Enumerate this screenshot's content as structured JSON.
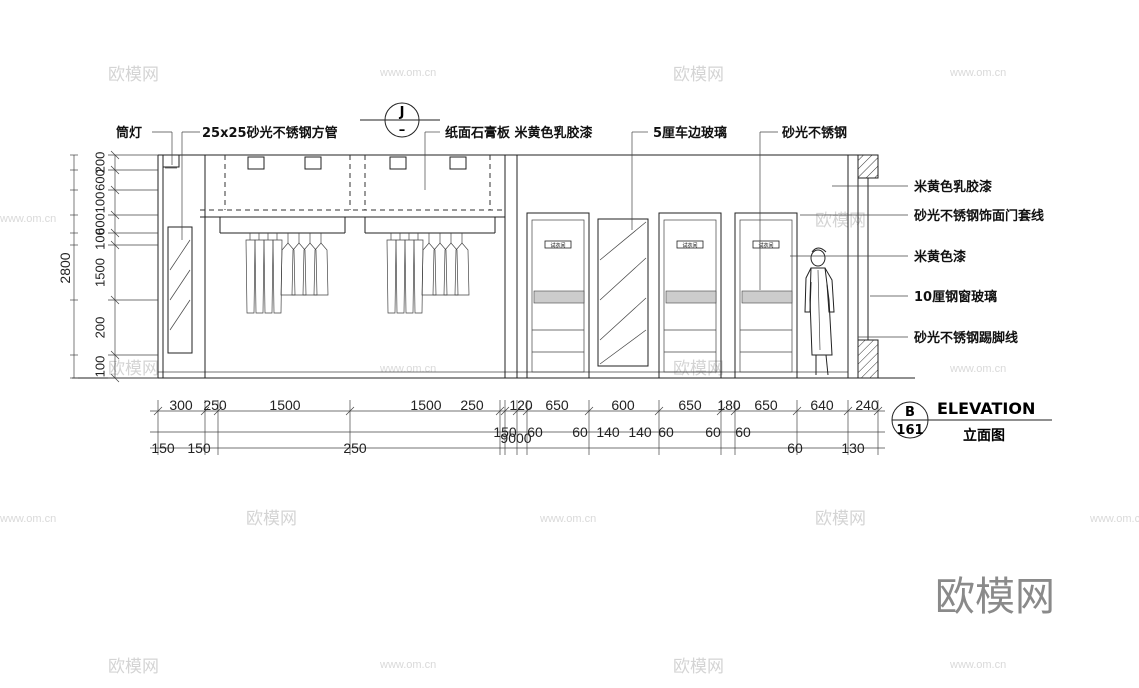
{
  "watermark": {
    "brand": "欧模网",
    "url": "www.om.cn",
    "big_logo": "欧模网"
  },
  "section_marker": {
    "letter": "J",
    "number": "–"
  },
  "title_block": {
    "sheet_letter": "B",
    "sheet_number": "161",
    "title_en": "ELEVATION",
    "title_cn": "立面图"
  },
  "top_labels": [
    "筒灯",
    "25x25砂光不锈钢方管",
    "纸面石膏板 米黄色乳胶漆",
    "5厘车边玻璃",
    "砂光不锈钢"
  ],
  "right_labels": [
    "米黄色乳胶漆",
    "砂光不锈钢饰面门套线",
    "米黄色漆",
    "10厘钢窗玻璃",
    "砂光不锈钢踢脚线"
  ],
  "door_sign": "试衣间",
  "left_dims": {
    "overall": "2800",
    "segments": [
      "200",
      "600",
      "100",
      "600",
      "100",
      "1500",
      "200",
      "100"
    ]
  },
  "bottom_dims": {
    "row1": [
      "300",
      "250",
      "1500",
      "1500",
      "250",
      "120",
      "650",
      "600",
      "650",
      "180",
      "650",
      "640",
      "240"
    ],
    "row2": [
      "150",
      "60",
      "60",
      "140",
      "140",
      "60",
      "60",
      "60"
    ],
    "row3": [
      "150",
      "150",
      "250",
      "60",
      "130"
    ],
    "total": "9000"
  }
}
